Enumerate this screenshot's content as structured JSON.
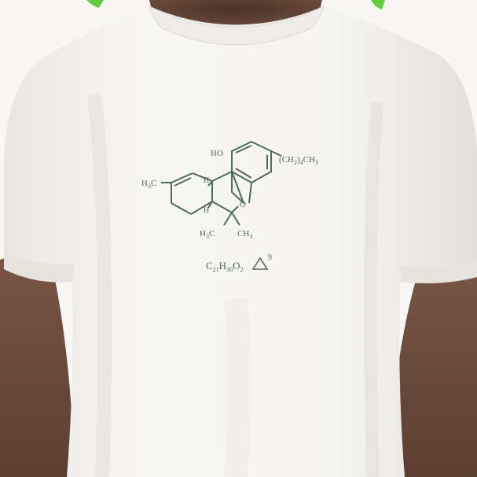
{
  "colors": {
    "print": "#4f6b58",
    "shirt": "#f3f2f0",
    "shirt_shadow": "#dedbd7",
    "skin": "#6b4c3c",
    "skin_shadow": "#4a3329",
    "accent_green": "#5fce3a"
  },
  "molecule": {
    "ho": "HO",
    "chain_prefix": "(CH",
    "chain_sub": "2",
    "chain_mid": ")",
    "chain_count": "4",
    "chain_end": "CH",
    "chain_end_sub": "3",
    "h3c_left_prefix": "H",
    "h3c_left_sub": "3",
    "h3c_left_end": "C",
    "h_top": "H",
    "h_bottom": "H",
    "oxygen": "O",
    "h3c_bottom_prefix": "H",
    "h3c_bottom_sub": "3",
    "h3c_bottom_end": "C",
    "ch3_bottom_prefix": "CH",
    "ch3_bottom_sub": "3"
  },
  "formula": {
    "c": "C",
    "c_sub": "21",
    "h": "H",
    "h_sub": "30",
    "o": "O",
    "o_sub": "2",
    "delta_sup": "9"
  }
}
